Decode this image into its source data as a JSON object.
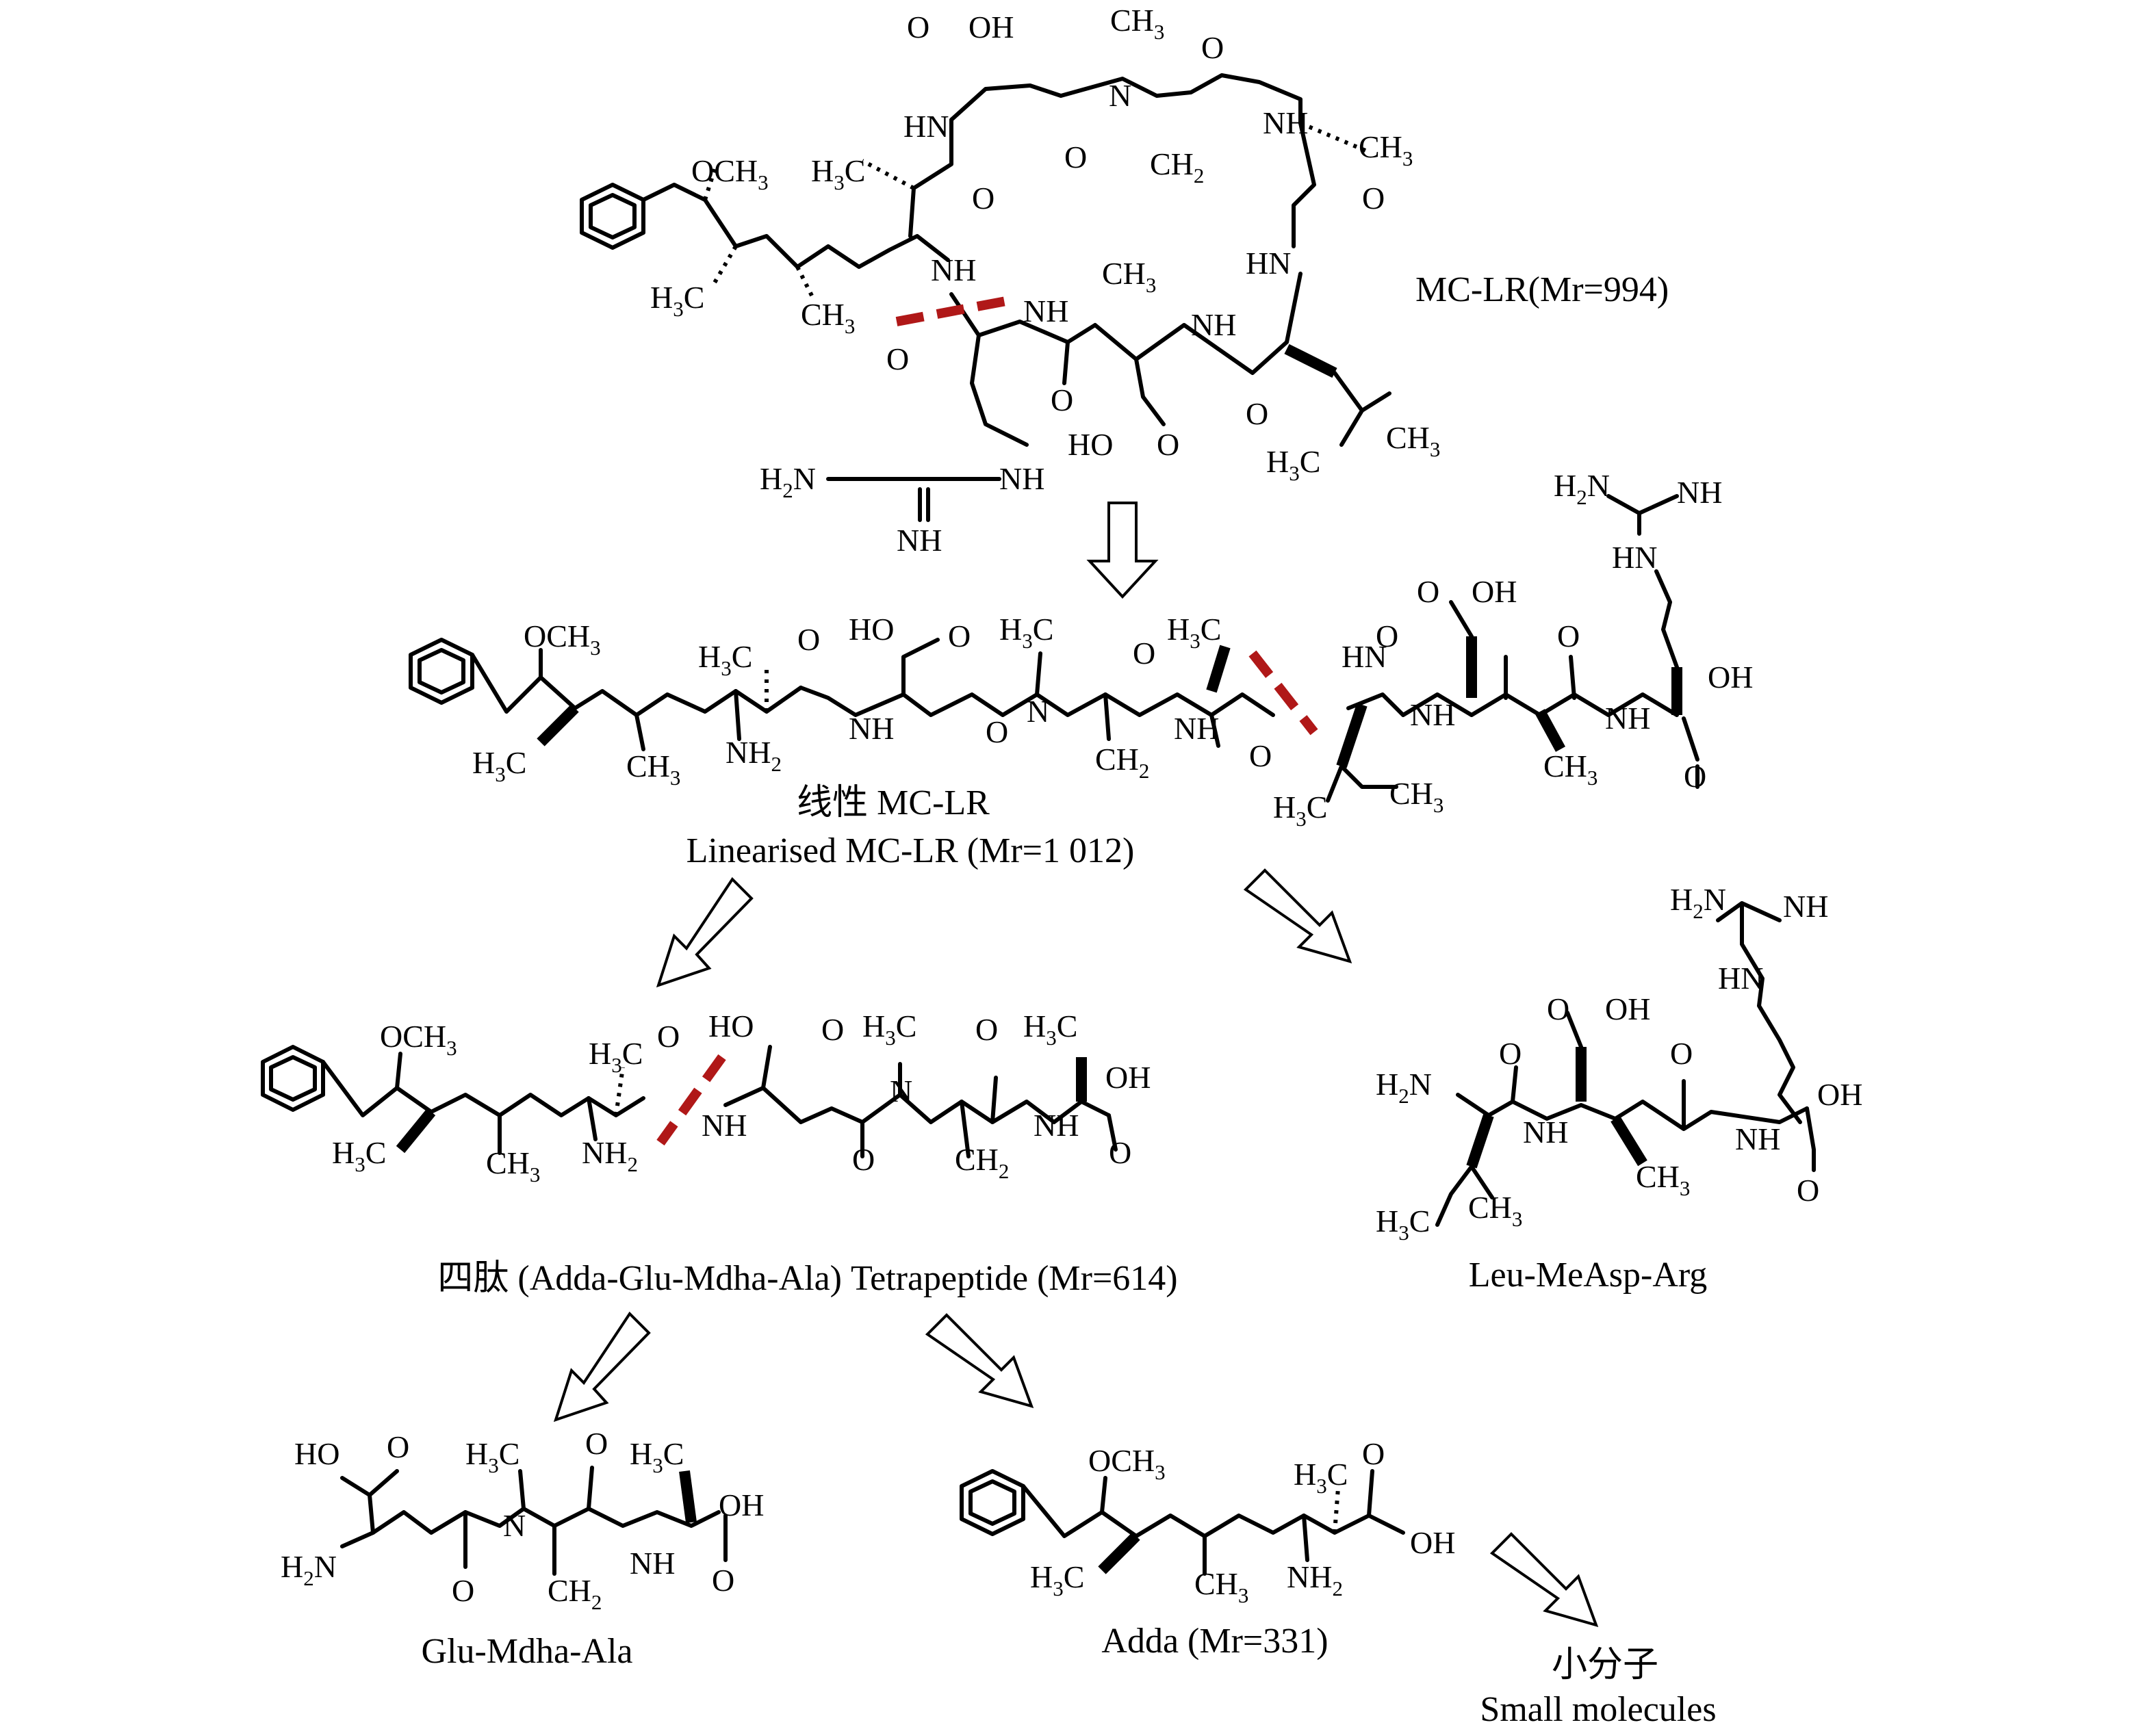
{
  "labels": {
    "mc_lr": "MC-LR(Mr=994)",
    "linear_cn": "线性 MC-LR",
    "linear_en": "Linearised MC-LR (Mr=1 012)",
    "tetrapeptide": "四肽 (Adda-Glu-Mdha-Ala) Tetrapeptide (Mr=614)",
    "leu_measp_arg": "Leu-MeAsp-Arg",
    "glu_mdha_ala": "Glu-Mdha-Ala",
    "adda": "Adda (Mr=331)",
    "small_cn": "小分子",
    "small_en": "Small molecules"
  },
  "colors": {
    "cleavage_mark": "#b01818",
    "ink": "#000000",
    "background": "#ffffff"
  },
  "arrows": [
    {
      "from": "mc_lr",
      "to": "linearised_mc_lr"
    },
    {
      "from": "linearised_mc_lr",
      "to": "tetrapeptide"
    },
    {
      "from": "linearised_mc_lr",
      "to": "leu_measp_arg"
    },
    {
      "from": "tetrapeptide",
      "to": "glu_mdha_ala"
    },
    {
      "from": "tetrapeptide",
      "to": "adda"
    },
    {
      "from": "adda",
      "to": "small_molecules"
    }
  ]
}
